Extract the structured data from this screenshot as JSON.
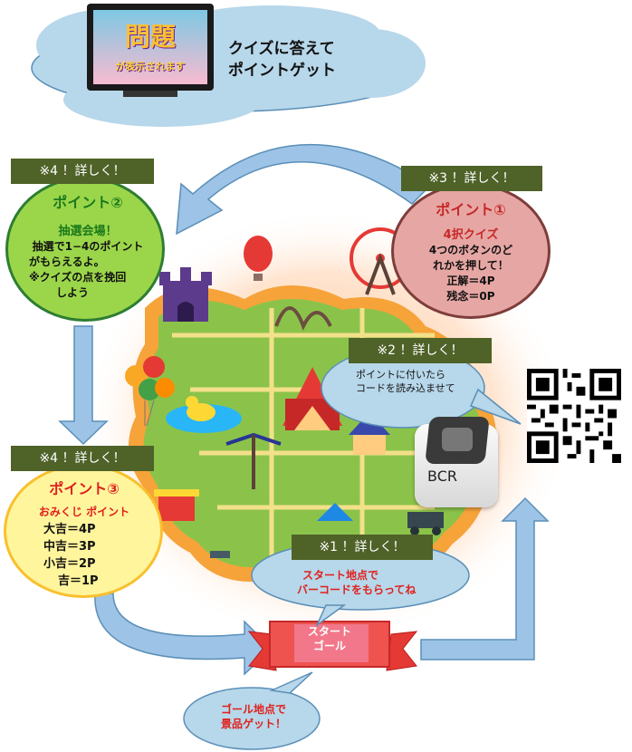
{
  "top": {
    "tv_title": "問題",
    "tv_sub": "が表示されます",
    "quiz_line1": "クイズに答えて",
    "quiz_line2": "ポイントゲット"
  },
  "point2": {
    "header": "※4 ！詳しく！",
    "title": "ポイント②",
    "sub": "抽選会場！",
    "l1": "抽選で1−4のポイント",
    "l2": "がもらえるよ。",
    "l3": "※クイズの点を挽回",
    "l4": "しよう"
  },
  "point1": {
    "header": "※3 ！詳しく！",
    "title": "ポイント①",
    "sub": "4択クイズ",
    "l1": "4つのボタンのど",
    "l2": "れかを押して！",
    "l3": "正解＝4P",
    "l4": "残念＝0P"
  },
  "point3": {
    "header": "※4 ！詳しく！",
    "title": "ポイント③",
    "sub": "おみくじ ポイント",
    "l1": "大吉＝4P",
    "l2": "中吉＝3P",
    "l3": "小吉＝2P",
    "l4": "吉＝1P"
  },
  "note2": {
    "header": "※2 ！詳しく！",
    "l1": "ポイントに付いたら",
    "l2": "コードを読み込ませて"
  },
  "bcr": {
    "label": "BCR"
  },
  "note1": {
    "header": "※1 ！詳しく！",
    "l1": "スタート地点で",
    "l2": "バーコードをもらってね"
  },
  "banner": {
    "l1": "スタート",
    "l2": "ゴール"
  },
  "goal": {
    "l1": "ゴール地点で",
    "l2": "景品ゲット！"
  },
  "colors": {
    "green": "#4f6228",
    "bubble": "#b7d7ea",
    "red": "#e0201c",
    "arrow": "#9dc3e6"
  }
}
